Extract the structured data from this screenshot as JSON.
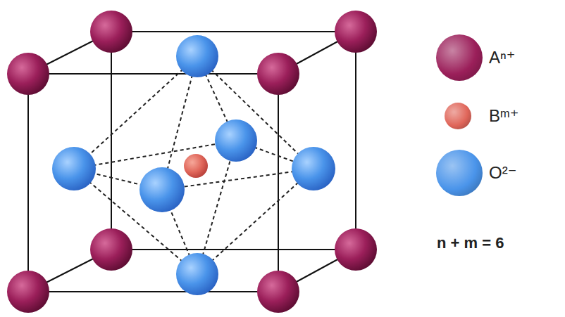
{
  "diagram": {
    "labels": [
      "n + m = 6"
    ],
    "legend": [
      {
        "text": "Aⁿ⁺",
        "color": "#9b1f5a"
      },
      {
        "text": "Bᵐ⁺",
        "color": "#e0665a"
      },
      {
        "text": "O²⁻",
        "color": "#4a94ea"
      }
    ]
  }
}
